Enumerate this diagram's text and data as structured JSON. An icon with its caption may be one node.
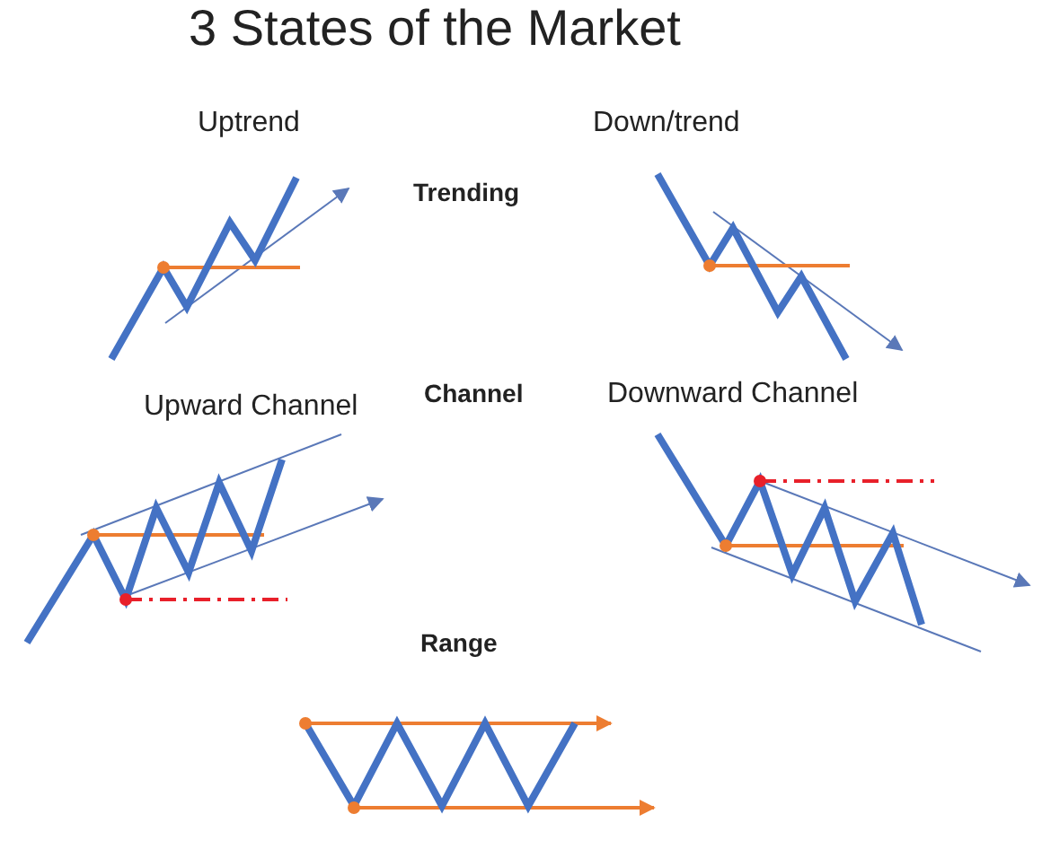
{
  "diagram": {
    "title": "3 States of the Market",
    "labels": [
      "Uptrend",
      "Down/trend",
      "Trending",
      "Upward Channel",
      "Channel",
      "Downward Channel",
      "Range"
    ]
  }
}
